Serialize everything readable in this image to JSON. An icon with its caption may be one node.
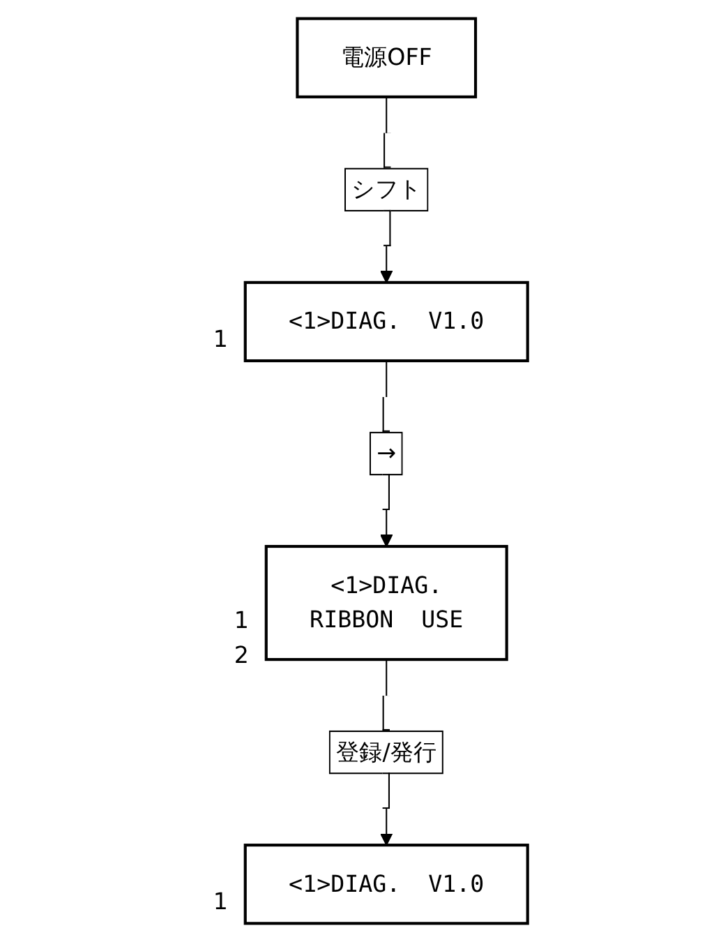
{
  "diagram": {
    "nodes": [
      {
        "text": [
          "電源OFF"
        ]
      },
      {
        "text": [
          "<1>DIAG.  V1.0"
        ],
        "beside": [
          "1"
        ]
      },
      {
        "text": [
          "<1>DIAG.",
          "RIBBON  USE"
        ],
        "beside": [
          "1",
          "2"
        ]
      },
      {
        "text": [
          "<1>DIAG.  V1.0"
        ],
        "beside": [
          "1"
        ]
      }
    ],
    "edges": [
      {
        "from": 0,
        "to": 1,
        "arrow": "to",
        "label": "シフト"
      },
      {
        "from": 1,
        "to": 2,
        "arrow": "to",
        "label": "→"
      },
      {
        "from": 2,
        "to": 3,
        "arrow": "to",
        "label": "登録/発行"
      }
    ]
  }
}
